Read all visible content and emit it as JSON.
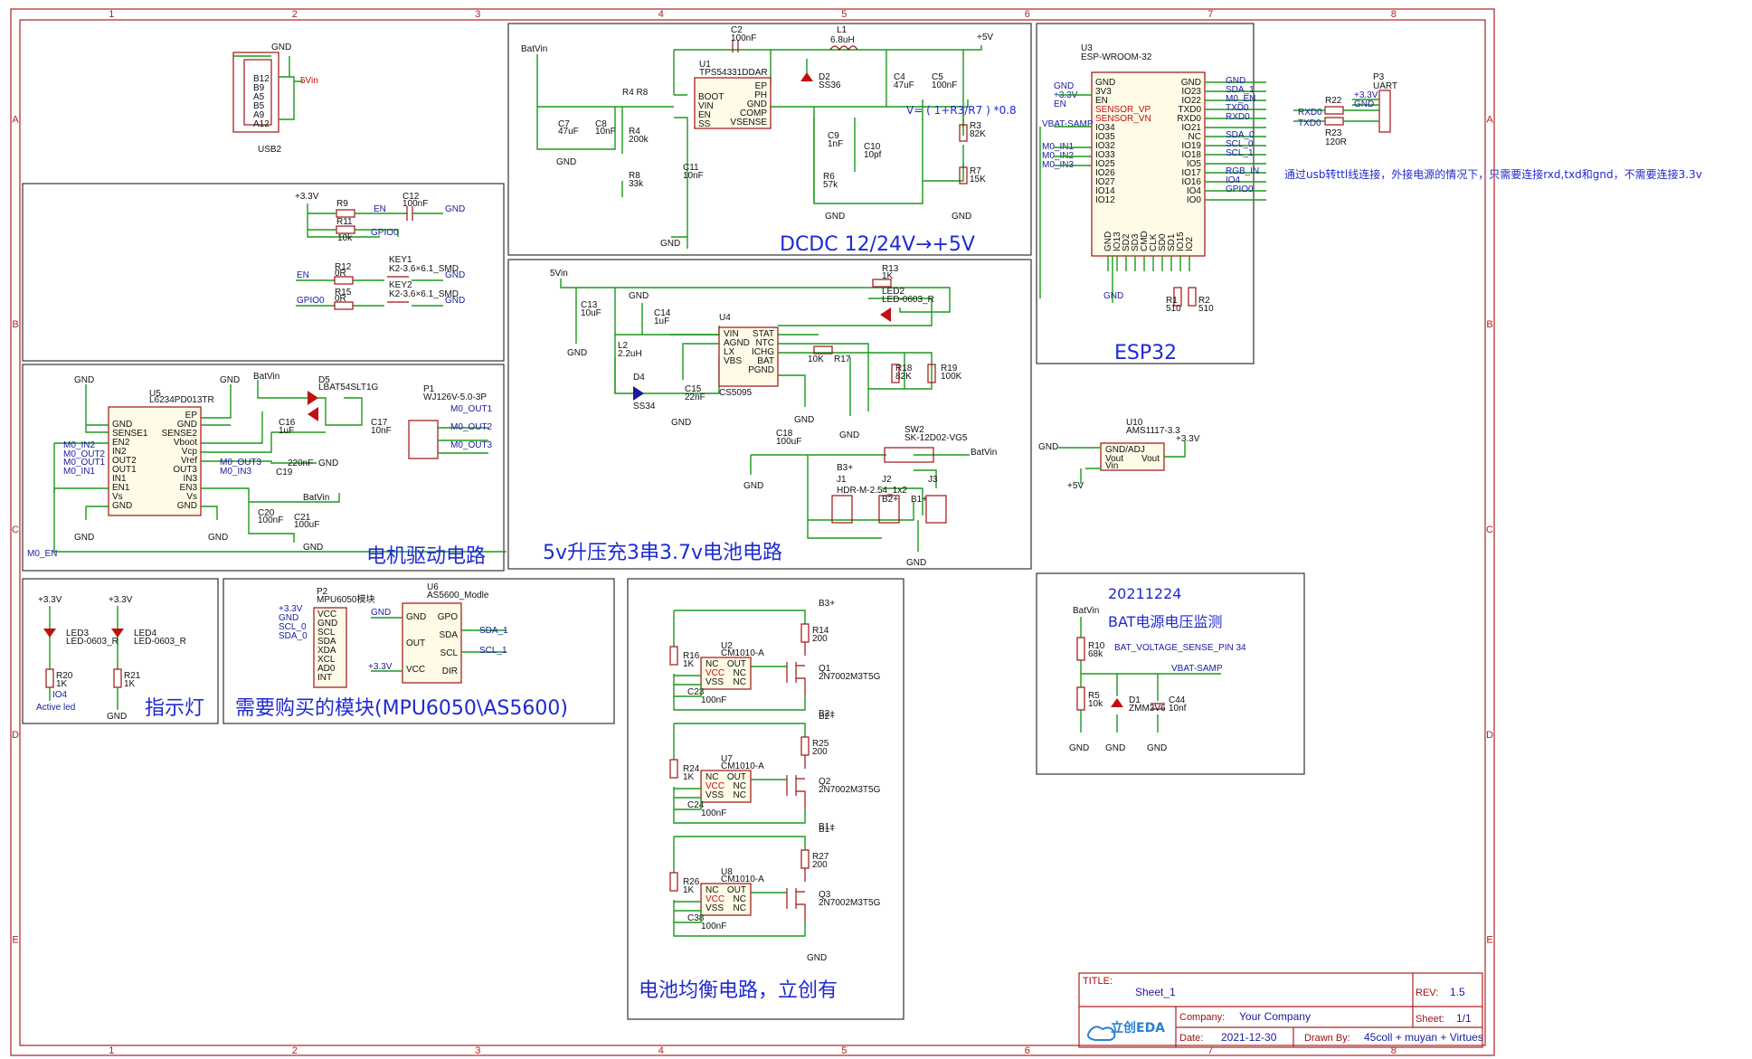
{
  "sections": {
    "dcdc": "DCDC 12/24V→+5V",
    "esp32": "ESP32",
    "motor": "电机驱动电路",
    "charger": "5v升压充3串3.7v电池电路",
    "indicator": "指示灯",
    "modules": "需要购买的模块(MPU6050\\AS5600)",
    "balance": "电池均衡电路，立创有",
    "bat_monitor_date": "20211224",
    "bat_monitor_title": "BAT电源电压监测",
    "bat_monitor_pin": "BAT_VOLTAGE_SENSE_PIN 34"
  },
  "notes": {
    "uart_note": "通过usb转ttl线连接，外接电源的情况下，只需要连接rxd,txd和gnd，不需要连接3.3v",
    "vout_formula": "V= ( 1+R3/R7 ) *0.8",
    "active_led": "Active led"
  },
  "labels": {
    "usb2": "USB2",
    "u1": "U1",
    "u1_part": "TPS54331DDAR",
    "u3": "U3",
    "u3_part": "ESP-WROOM-32",
    "u4": "U4",
    "u4_part": "CS5095",
    "u5": "U5",
    "u5_part": "L6234PD013TR",
    "u10": "U10",
    "u10_part": "AMS1117-3.3",
    "p1": "P1",
    "p1_part": "WJ126V-5.0-3P",
    "p2": "P2",
    "p2_part": "MPU6050模块",
    "p3": "P3",
    "p3_part": "UART",
    "u6": "U6",
    "u6_part": "AS5600_Modle",
    "d5": "D5",
    "d5_part": "LBAT54SLT1G",
    "sw2": "SW2",
    "sw2_part": "SK-12D02-VG5",
    "batvin": "BatVin",
    "v5": "+5V",
    "v33": "+3.3V",
    "gnd": "GND",
    "en": "EN",
    "gpio0": "GPIO0",
    "l1": "L1",
    "l1_val": "6.8uH",
    "c2": "C2",
    "c2_val": "100nF",
    "d2": "D2",
    "d2_part": "SS36",
    "r3": "R3",
    "r3_val": "82K",
    "r7": "R7",
    "r7_val": "15K",
    "key1": "KEY1",
    "key2": "KEY2",
    "key_part": "K2-3.6×6.1_SMD",
    "led3": "LED3",
    "led4": "LED4",
    "led_part": "LED-0603_R",
    "r20": "R20",
    "r21": "R21",
    "r_1k": "1K",
    "io4": "IO4",
    "r10": "R10",
    "r10_val": "68k",
    "r5": "R5",
    "r5_val": "10k",
    "d1": "D1",
    "d1_part": "ZMM3V6",
    "c44": "C44",
    "c44_val": "10nf",
    "vbat_samp": "VBAT-SAMP",
    "cm1010": "CM1010-A",
    "q_part": "2N7002M3T5G",
    "b3p": "B3+",
    "b2p": "B2+",
    "b1p": "B1+"
  },
  "esp32_pins_left": [
    "GND",
    "3V3",
    "EN",
    "SENSOR_VP",
    "SENSOR_VN",
    "IO34",
    "IO35",
    "IO32",
    "IO33",
    "IO25",
    "IO26",
    "IO27",
    "IO14",
    "IO12"
  ],
  "esp32_pins_right": [
    "GND",
    "IO23",
    "IO22",
    "TXD0",
    "RXD0",
    "IO21",
    "NC",
    "IO19",
    "IO18",
    "IO5",
    "IO17",
    "IO16",
    "IO4",
    "IO0"
  ],
  "esp32_right_nets": [
    "GND",
    "SDA_1",
    "M0_EN",
    "TXD0",
    "RXD0",
    "",
    "SDA_0",
    "SCL_0",
    "SCL_1",
    "",
    "RGB_IN",
    "IO4",
    "GPIO0",
    ""
  ],
  "u1_pins_left": [
    "BOOT",
    "VIN",
    "EN",
    "SS"
  ],
  "u1_pins_right": [
    "EP",
    "PH",
    "GND",
    "COMP",
    "VSENSE"
  ],
  "u5_pins_left": [
    "GND",
    "SENSE1",
    "EN2",
    "IN2",
    "OUT2",
    "OUT1",
    "IN1",
    "EN1",
    "Vs",
    "GND"
  ],
  "u5_pins_right": [
    "EP",
    "GND",
    "SENSE2",
    "Vboot",
    "Vcp",
    "Vref",
    "OUT3",
    "IN3",
    "EN3",
    "Vs",
    "GND"
  ],
  "u4_pins_left": [
    "VIN",
    "AGND",
    "LX",
    "VBS"
  ],
  "u4_pins_right": [
    "STAT",
    "NTC",
    "ICHG",
    "BAT",
    "PGND"
  ],
  "p2_pins": [
    "VCC",
    "GND",
    "SCL",
    "SDA",
    "XDA",
    "XCL",
    "AD0",
    "INT"
  ],
  "u6_pins": [
    "GND",
    "OUT",
    "VCC",
    "GPO",
    "SDA",
    "SCL",
    "DIR"
  ],
  "cm_pins_left": [
    "NC",
    "VCC",
    "VSS"
  ],
  "cm_pins_right": [
    "OUT",
    "NC",
    "NC"
  ],
  "title_block": {
    "title_label": "TITLE:",
    "title": "Sheet_1",
    "rev_label": "REV:",
    "rev": "1.5",
    "company_label": "Company:",
    "company": "Your Company",
    "sheet_label": "Sheet:",
    "sheet": "1/1",
    "date_label": "Date:",
    "date": "2021-12-30",
    "drawn_label": "Drawn By:",
    "drawn": "45coll + muyan + Virtues",
    "logo": "立创EDA"
  },
  "grid_cols": [
    "1",
    "2",
    "3",
    "4",
    "5",
    "6",
    "7",
    "8"
  ],
  "grid_rows": [
    "A",
    "B",
    "C",
    "D",
    "E"
  ]
}
